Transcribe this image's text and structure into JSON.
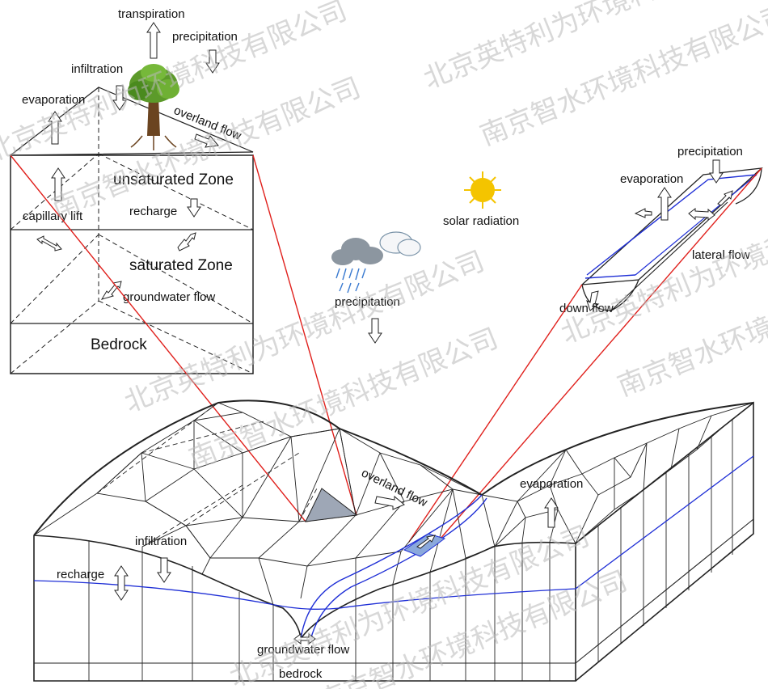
{
  "inset_soil": {
    "labels": {
      "transpiration": "transpiration",
      "precipitation": "precipitation",
      "infiltration": "infiltration",
      "evaporation": "evaporation",
      "overland_flow": "overland flow",
      "unsaturated_zone": "unsaturated Zone",
      "capillary_lift": "capillary lift",
      "recharge": "recharge",
      "saturated_zone": "saturated Zone",
      "groundwater_flow": "groundwater flow",
      "bedrock": "Bedrock"
    }
  },
  "atmosphere": {
    "solar_radiation": "solar radiation",
    "precipitation": "precipitation"
  },
  "inset_channel": {
    "precipitation": "precipitation",
    "evaporation": "evaporation",
    "lateral_flow": "lateral flow",
    "down_flow": "down flow"
  },
  "terrain_block": {
    "overland_flow": "overland flow",
    "evaporation": "evaporation",
    "infiltration": "infiltration",
    "recharge": "recharge",
    "groundwater_flow": "groundwater flow",
    "bedrock": "bedrock"
  },
  "watermarks": [
    "北京英特利为环境科技有限公司",
    "南京智水环境科技有限公司"
  ],
  "colors": {
    "callout_line": "#e0201c",
    "river": "#1f2fd6",
    "element_fill": "#9ea7b6",
    "river_element_fill": "#8aa8dc",
    "sun": "#f4c400",
    "cloud": "#8c96a0",
    "tree_crown": "#5c9a2a",
    "tree_trunk": "#6b4420"
  }
}
